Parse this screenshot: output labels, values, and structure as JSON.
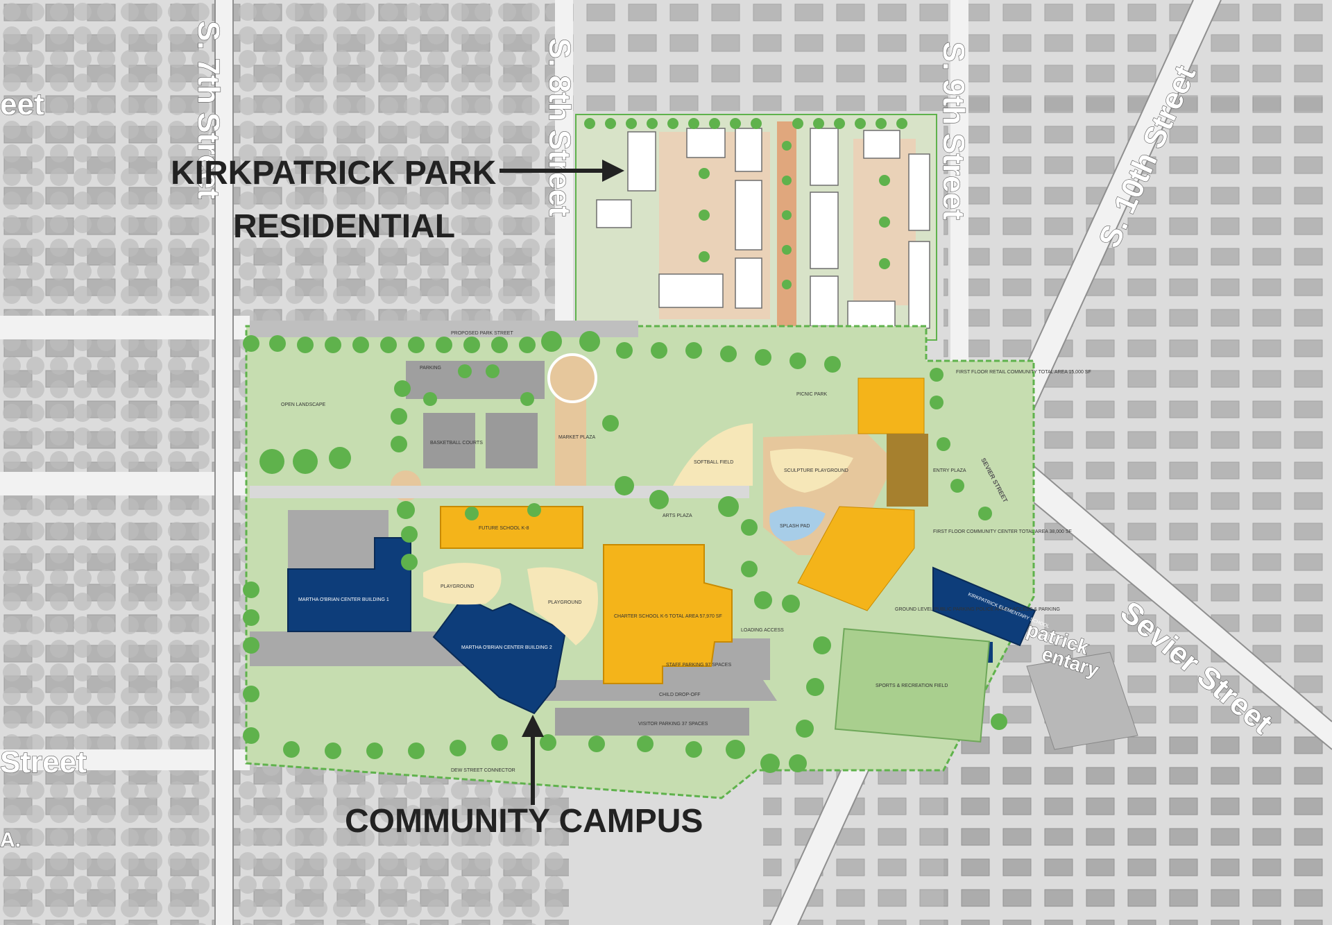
{
  "colors": {
    "background": "#dcdcdc",
    "block": "#a9a9a9",
    "tree": "#b9b9b9",
    "road": "#f2f2f2",
    "lawn": "#c6ddb0",
    "tree_green": "#5fb24c",
    "gold": "#f4b41a",
    "navy": "#0d3d7a",
    "paving": "#e6c79c",
    "parking": "#9f9f9f",
    "callout": "#222222"
  },
  "streets": {
    "s7": "S. 7th Street",
    "s8": "S. 8th Street",
    "s9": "S. 9th Street",
    "s10": "S. 10th Street",
    "sevier": "Sevier Street",
    "sevier_small": "SEVIER STREET",
    "left_top": "eet",
    "left_mid": "Street",
    "left_bottom": "A.",
    "school_fragment_1": "patrick",
    "school_fragment_2": "entary"
  },
  "plan_labels": {
    "proposed_park_street": "PROPOSED PARK STREET",
    "open_landscape": "OPEN LANDSCAPE",
    "parking_top": "PARKING",
    "basketball": "BASKETBALL COURTS",
    "market_plaza": "MARKET PLAZA",
    "softball": "SOFTBALL FIELD",
    "picnic": "PICNIC PARK",
    "sculpture": "SCULPTURE PLAYGROUND",
    "splash": "SPLASH PAD",
    "entry_plaza": "ENTRY PLAZA",
    "arts_plaza": "ARTS PLAZA",
    "future_school": "FUTURE SCHOOL K-8",
    "obrien_1": "MARTHA O'BRIAN CENTER BUILDING 1",
    "obrien_2": "MARTHA O'BRIAN CENTER BUILDING 2",
    "playground_1": "PLAYGROUND",
    "playground_2": "PLAYGROUND",
    "charter_school": "CHARTER SCHOOL K-5 TOTAL AREA 57,970 SF",
    "loading": "LOADING ACCESS",
    "staff_parking": "STAFF PARKING 97 SPACES",
    "child_dropoff": "CHILD DROP-OFF",
    "visitor_parking": "VISITOR PARKING 37 SPACES",
    "dew_street": "DEW STREET CONNECTOR",
    "community_center": "FIRST FLOOR COMMUNITY CENTER TOTAL AREA 38,000 SF",
    "retail": "FIRST FLOOR RETAIL COMMUNITY TOTAL AREA 15,000 SF",
    "public_parking": "GROUND LEVEL PUBLIC PARKING POLICE ANNEX ACCESS & PARKING",
    "kirkpatrick_school": "KIRKPATRICK ELEMENTARY SCHOOL",
    "sports_field": "SPORTS & RECREATION FIELD"
  },
  "callouts": {
    "residential_line1": "KIRKPATRICK PARK",
    "residential_line2": "RESIDENTIAL",
    "campus": "COMMUNITY CAMPUS"
  }
}
